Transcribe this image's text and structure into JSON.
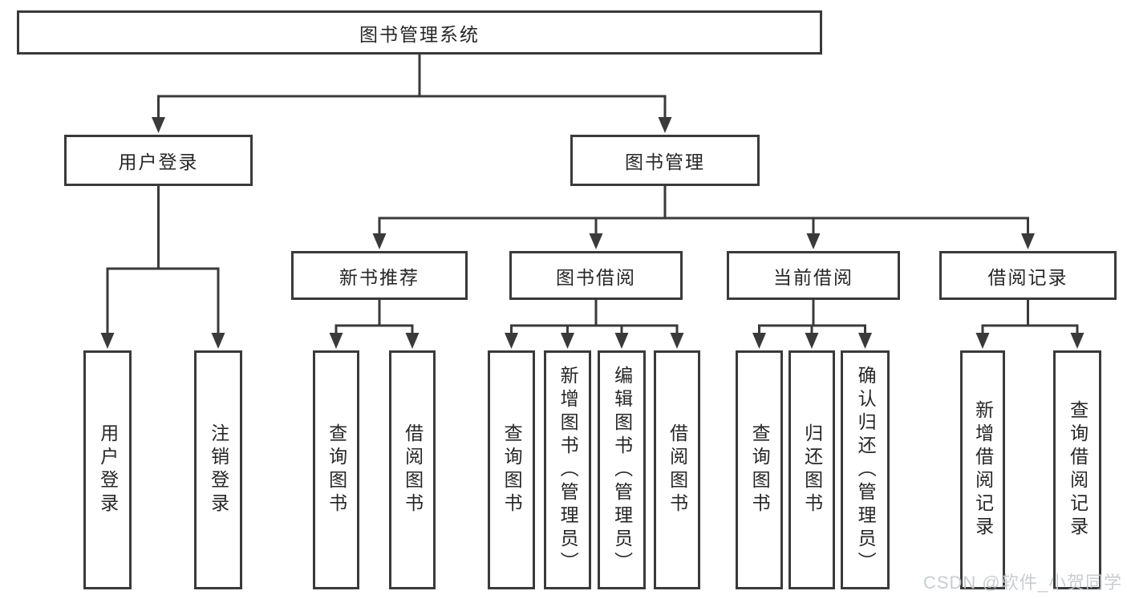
{
  "diagram": {
    "tree": {
      "root": {
        "label": "图书管理系统",
        "children": [
          {
            "label": "用户登录",
            "children": [
              {
                "label": "用户登录"
              },
              {
                "label": "注销登录"
              }
            ]
          },
          {
            "label": "图书管理",
            "children": [
              {
                "label": "新书推荐",
                "children": [
                  {
                    "label": "查询图书"
                  },
                  {
                    "label": "借阅图书"
                  }
                ]
              },
              {
                "label": "图书借阅",
                "children": [
                  {
                    "label": "查询图书"
                  },
                  {
                    "label": "新增图书（管理员）"
                  },
                  {
                    "label": "编辑图书（管理员）"
                  },
                  {
                    "label": "借阅图书"
                  }
                ]
              },
              {
                "label": "当前借阅",
                "children": [
                  {
                    "label": "查询图书"
                  },
                  {
                    "label": "归还图书"
                  },
                  {
                    "label": "确认归还（管理员）"
                  }
                ]
              },
              {
                "label": "借阅记录",
                "children": [
                  {
                    "label": "新增借阅记录"
                  },
                  {
                    "label": "查询借阅记录"
                  }
                ]
              }
            ]
          }
        ]
      }
    },
    "colors": {
      "line": "#3a3a3a",
      "text": "#262626",
      "watermark": "#c3c8cd"
    }
  },
  "watermark": {
    "text": "CSDN @软件_小贺同学"
  }
}
